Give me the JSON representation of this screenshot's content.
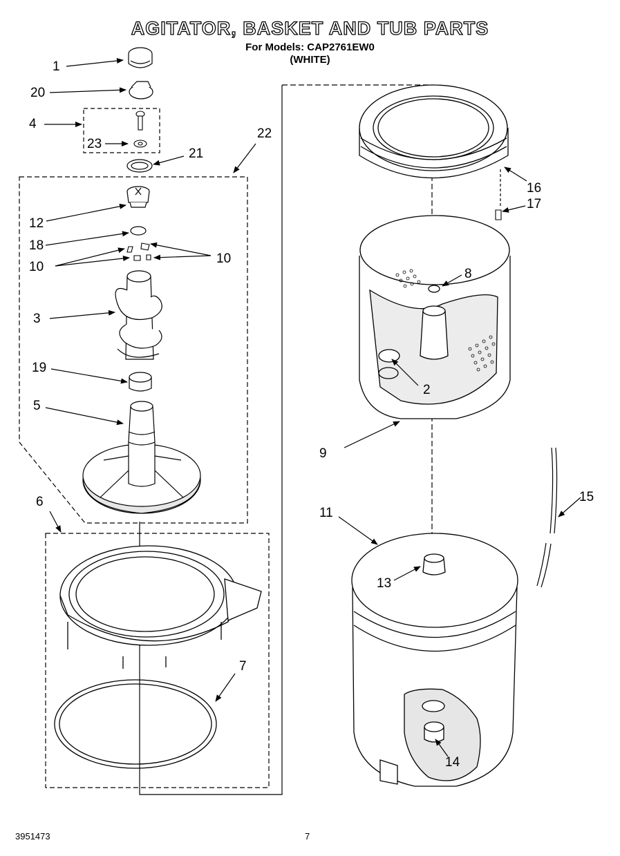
{
  "header": {
    "title": "AGITATOR, BASKET AND TUB PARTS",
    "models_line": "For Models: CAP2761EW0",
    "color_line": "(WHITE)"
  },
  "callouts": [
    "1",
    "20",
    "4",
    "23",
    "21",
    "22",
    "12",
    "18",
    "10",
    "10",
    "3",
    "19",
    "5",
    "6",
    "7",
    "16",
    "17",
    "8",
    "2",
    "9",
    "11",
    "15",
    "13",
    "14"
  ],
  "footer": {
    "doc_number": "3951473",
    "page_number": "7"
  },
  "colors": {
    "line": "#000000",
    "fill": "#ffffff",
    "shade": "#e6e6e6"
  }
}
